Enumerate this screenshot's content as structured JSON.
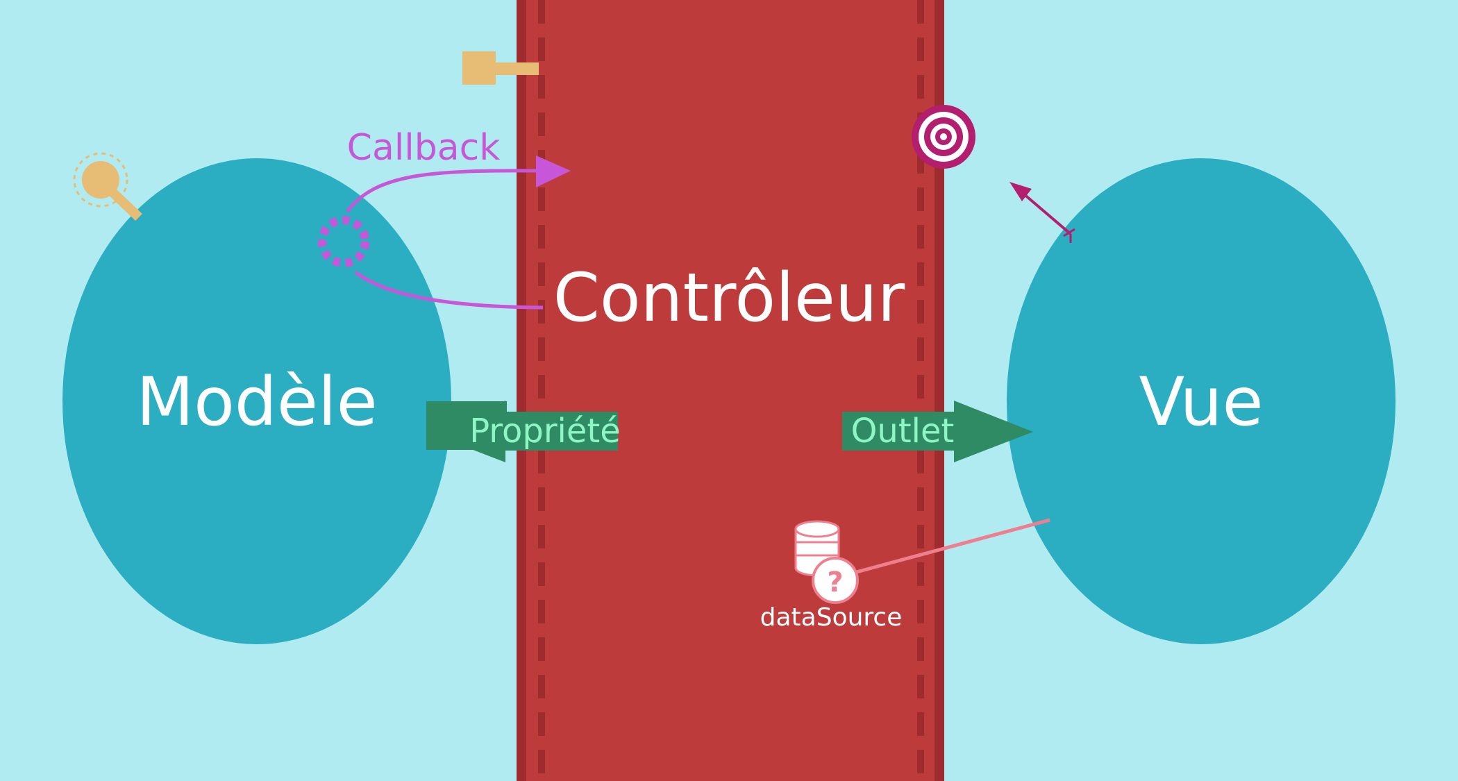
{
  "diagram": {
    "model_label": "Modèle",
    "controller_label": "Contrôleur",
    "view_label": "Vue",
    "callback_label": "Callback",
    "property_label": "Propriété",
    "outlet_label": "Outlet",
    "datasource_label": "dataSource",
    "question_mark": "?"
  },
  "icons": {
    "key": "key-icon",
    "target": "target-icon",
    "datasource": "database-icon",
    "callback_ring": "dashed-ring-icon"
  },
  "colors": {
    "background": "#b0ebf2",
    "controller": "#bd3b3b",
    "controller_border": "#9e2b2e",
    "ellipse": "#2badc2",
    "arrow_green": "#2f8b63",
    "arrow_text": "#8ff5c4",
    "callback": "#c856d8",
    "key": "#e7bd76",
    "target": "#b41e6e",
    "datasource": "#ee7f8f"
  }
}
